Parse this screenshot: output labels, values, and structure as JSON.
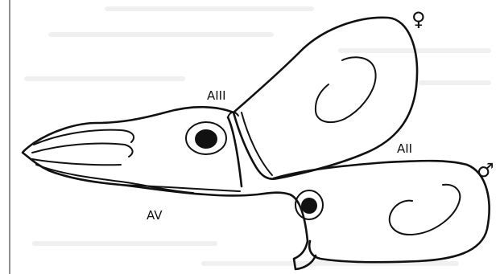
{
  "labels": {
    "female_symbol": "♀",
    "male_symbol": "♂",
    "arm_a3": "AIII",
    "arm_a2": "AII",
    "arm_a5": "AV"
  },
  "colors": {
    "ink": "#111111",
    "background": "#ffffff",
    "page_show_through": "#e4e4e4"
  }
}
